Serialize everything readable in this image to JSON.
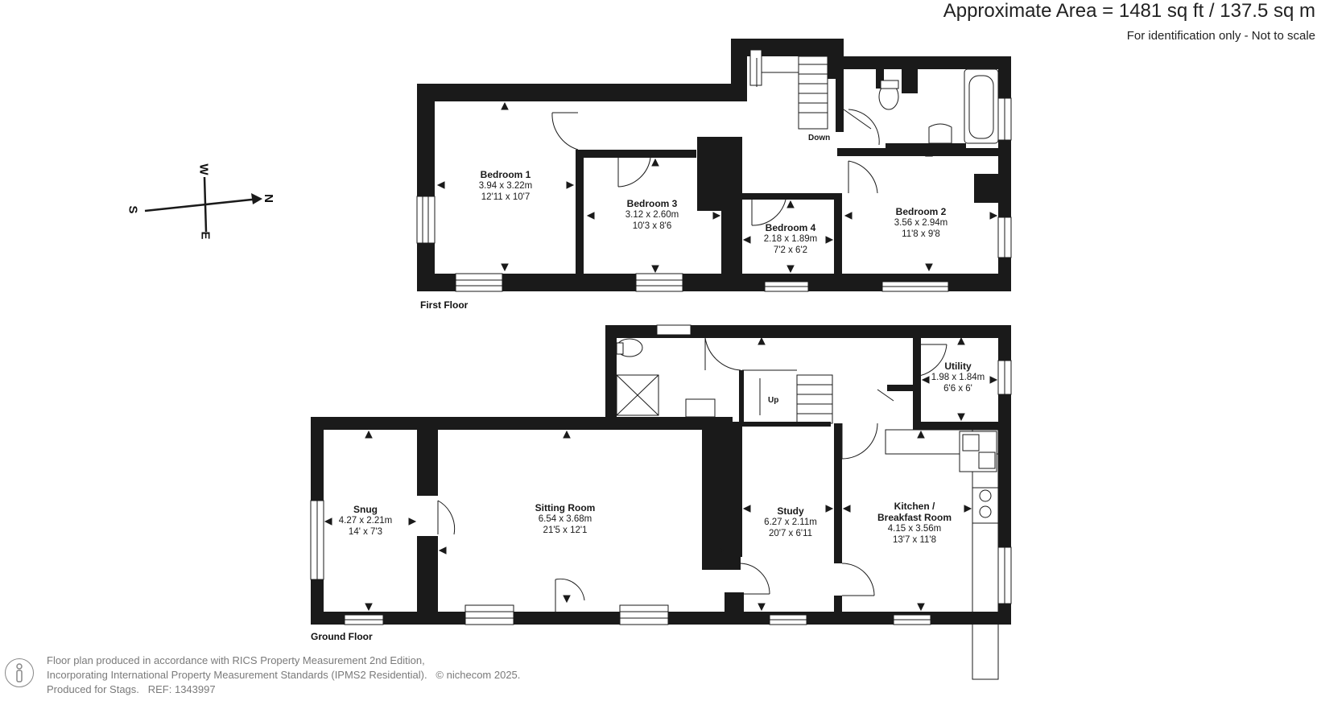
{
  "header": {
    "area": "Approximate Area = 1481 sq ft / 137.5 sq m",
    "note": "For identification only - Not to scale"
  },
  "compass": {
    "n": "N",
    "s": "S",
    "e": "E",
    "w": "W"
  },
  "floors": {
    "first": "First Floor",
    "ground": "Ground Floor"
  },
  "first_floor_rooms": [
    {
      "name": "Bedroom 1",
      "metric": "3.94 x 3.22m",
      "imperial": "12'11 x 10'7"
    },
    {
      "name": "Bedroom 3",
      "metric": "3.12 x 2.60m",
      "imperial": "10'3 x 8'6"
    },
    {
      "name": "Bedroom 4",
      "metric": "2.18 x 1.89m",
      "imperial": "7'2 x 6'2"
    },
    {
      "name": "Bedroom 2",
      "metric": "3.56 x 2.94m",
      "imperial": "11'8 x 9'8"
    }
  ],
  "ground_floor_rooms": [
    {
      "name": "Snug",
      "metric": "4.27 x 2.21m",
      "imperial": "14' x 7'3"
    },
    {
      "name": "Sitting Room",
      "metric": "6.54 x 3.68m",
      "imperial": "21'5 x 12'1"
    },
    {
      "name": "Study",
      "metric": "6.27 x 2.11m",
      "imperial": "20'7 x 6'11"
    },
    {
      "name": "Kitchen /",
      "name2": "Breakfast Room",
      "metric": "4.15 x 3.56m",
      "imperial": "13'7 x 11'8"
    },
    {
      "name": "Utility",
      "metric": "1.98 x 1.84m",
      "imperial": "6'6 x 6'"
    }
  ],
  "stairs": {
    "down": "Down",
    "up": "Up"
  },
  "footer": {
    "line1": "Floor plan produced in accordance with RICS Property Measurement 2nd Edition,",
    "line2": "Incorporating International Property Measurement Standards (IPMS2 Residential).",
    "copyright": "© nichecom 2025.",
    "line3": "Produced for Stags.",
    "ref": "REF: 1343997"
  }
}
